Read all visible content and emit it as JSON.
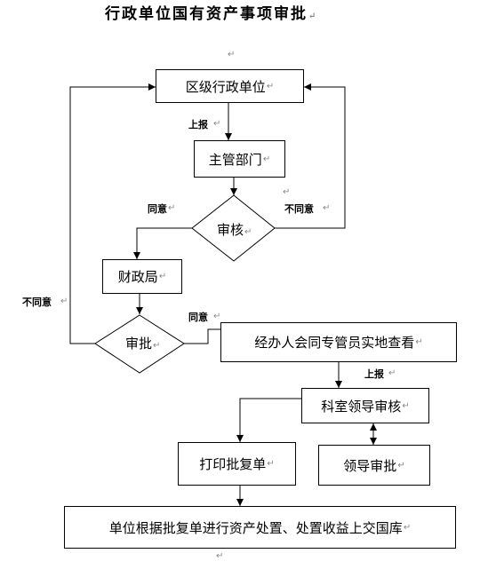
{
  "title": "行政单位国有资产事项审批",
  "nodes": {
    "district_unit": "区级行政单位",
    "dept": "主管部门",
    "review": "审核",
    "finance": "财政局",
    "approval": "审批",
    "onsite": "经办人会同专管员实地查看",
    "section_review": "科室领导审核",
    "print": "打印批复单",
    "leader": "领导审批",
    "final": "单位根据批复单进行资产处置、处置收益上交国库"
  },
  "edge_labels": {
    "report1": "上报",
    "agree1": "同意",
    "disagree1": "不同意",
    "disagree2": "不同意",
    "agree2": "同意",
    "report2": "上报"
  },
  "paragraph_mark": "↵"
}
